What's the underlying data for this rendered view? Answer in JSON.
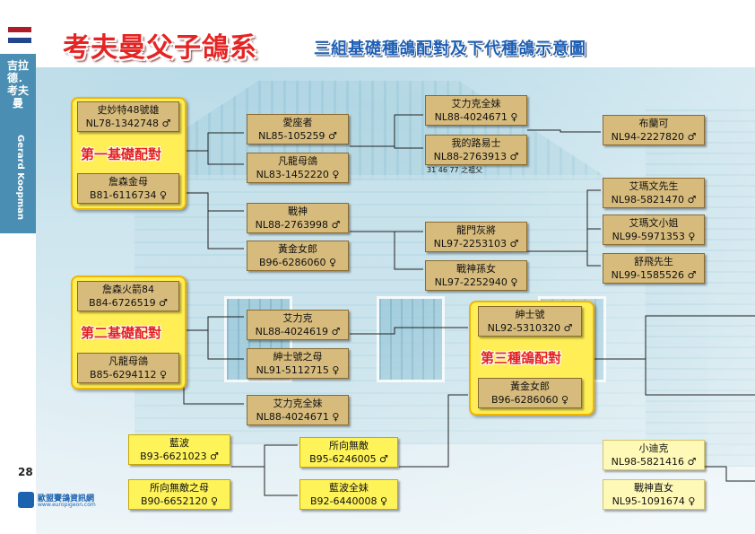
{
  "title": "考夫曼父子鴿系",
  "subtitle": "三組基礎種鴿配對及下代種鴿示意圖",
  "side": {
    "name_cn": "吉拉德．考夫曼",
    "name_en": "Gerard Koopman"
  },
  "page_number": "28",
  "logo": {
    "name": "歐盟賽鴿資訊網",
    "url": "www.europigeon.com"
  },
  "flag_colors": [
    "#ae1c28",
    "#ffffff",
    "#21468b"
  ],
  "groups": {
    "g1": "第一基礎配對",
    "g2": "第二基礎配對",
    "g3": "第三種鴿配對"
  },
  "pigeons": {
    "p1": {
      "name": "史妙特48號雄",
      "ring": "NL78-1342748 ♂"
    },
    "p2": {
      "name": "詹森金母",
      "ring": "B81-6116734 ♀"
    },
    "p3": {
      "name": "詹森火箭84",
      "ring": "B84-6726519 ♂"
    },
    "p4": {
      "name": "凡龍母鴿",
      "ring": "B85-6294112 ♀"
    },
    "c1": {
      "name": "愛座者",
      "ring": "NL85-105259 ♂"
    },
    "c2": {
      "name": "凡龍母鴿",
      "ring": "NL83-1452220 ♀"
    },
    "c3": {
      "name": "戰神",
      "ring": "NL88-2763998 ♂"
    },
    "c4": {
      "name": "黃金女郎",
      "ring": "B96-6286060 ♀"
    },
    "c5": {
      "name": "艾力克",
      "ring": "NL88-4024619 ♂"
    },
    "c6": {
      "name": "紳士號之母",
      "ring": "NL91-5112715 ♀"
    },
    "c7": {
      "name": "艾力克全妹",
      "ring": "NL88-4024671 ♀"
    },
    "d1": {
      "name": "艾力克全妹",
      "ring": "NL88-4024671 ♀"
    },
    "d2": {
      "name": "我的路易士",
      "ring": "NL88-2763913 ♂"
    },
    "d3": {
      "name": "龍門灰將",
      "ring": "NL97-2253103 ♂"
    },
    "d4": {
      "name": "戰神孫女",
      "ring": "NL97-2252940 ♀"
    },
    "e1": {
      "name": "布蘭可",
      "ring": "NL94-2227820 ♂"
    },
    "e2": {
      "name": "艾瑪文先生",
      "ring": "NL98-5821470 ♂"
    },
    "e3": {
      "name": "艾瑪文小姐",
      "ring": "NL99-5971353 ♀"
    },
    "e4": {
      "name": "舒飛先生",
      "ring": "NL99-1585526 ♂"
    },
    "g3a": {
      "name": "紳士號",
      "ring": "NL92-5310320 ♂"
    },
    "g3b": {
      "name": "黃金女郎",
      "ring": "B96-6286060 ♀"
    },
    "y1": {
      "name": "藍波",
      "ring": "B93-6621023 ♂"
    },
    "y2": {
      "name": "所向無敵之母",
      "ring": "B90-6652120 ♀"
    },
    "y3": {
      "name": "所向無敵",
      "ring": "B95-6246005 ♂"
    },
    "y4": {
      "name": "藍波全妹",
      "ring": "B92-6440008 ♀"
    },
    "r1": {
      "name": "小迪克",
      "ring": "NL98-5821416 ♂"
    },
    "r2": {
      "name": "戰神直女",
      "ring": "NL95-1091674 ♀"
    }
  },
  "note": "31 46 77 之祖父"
}
